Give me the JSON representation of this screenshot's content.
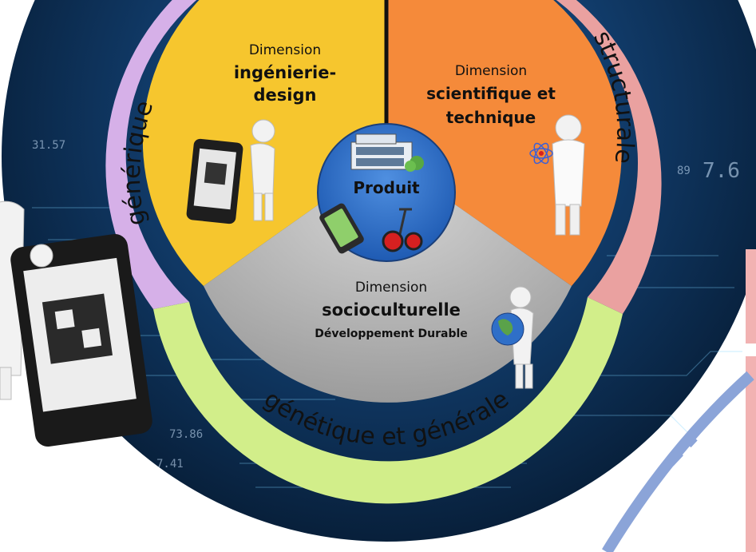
{
  "colors": {
    "yellow": "#f6c62e",
    "orange": "#f58a3a",
    "gray": "#b8b8b8",
    "blue_center": "#2f6fc8",
    "ring_purple": "#d6b0e8",
    "ring_pink": "#eaa1a0",
    "ring_green": "#d2ee8a",
    "bg_dark": "#0a2340"
  },
  "ring": {
    "left_label": "générique",
    "right_label": "structurale",
    "bottom_label": "génétique et générale"
  },
  "center": {
    "label": "Produit"
  },
  "sectors": {
    "yellow": {
      "small": "Dimension",
      "bold1": "ingénierie-",
      "bold2": "design"
    },
    "orange": {
      "small": "Dimension",
      "bold1": "scientifique et",
      "bold2": "technique"
    },
    "gray": {
      "small": "Dimension",
      "bold1": "socioculturelle",
      "bold2": "Développement Durable"
    }
  },
  "illustrations": [
    "phone-qr-figure-icon",
    "scientist-atom-figure-icon",
    "globe-figure-icon",
    "building-icon",
    "smartphone-icon",
    "segway-icon"
  ],
  "background_numbers": [
    "31.57",
    "89",
    "7.6",
    "73.86",
    "7.41"
  ]
}
